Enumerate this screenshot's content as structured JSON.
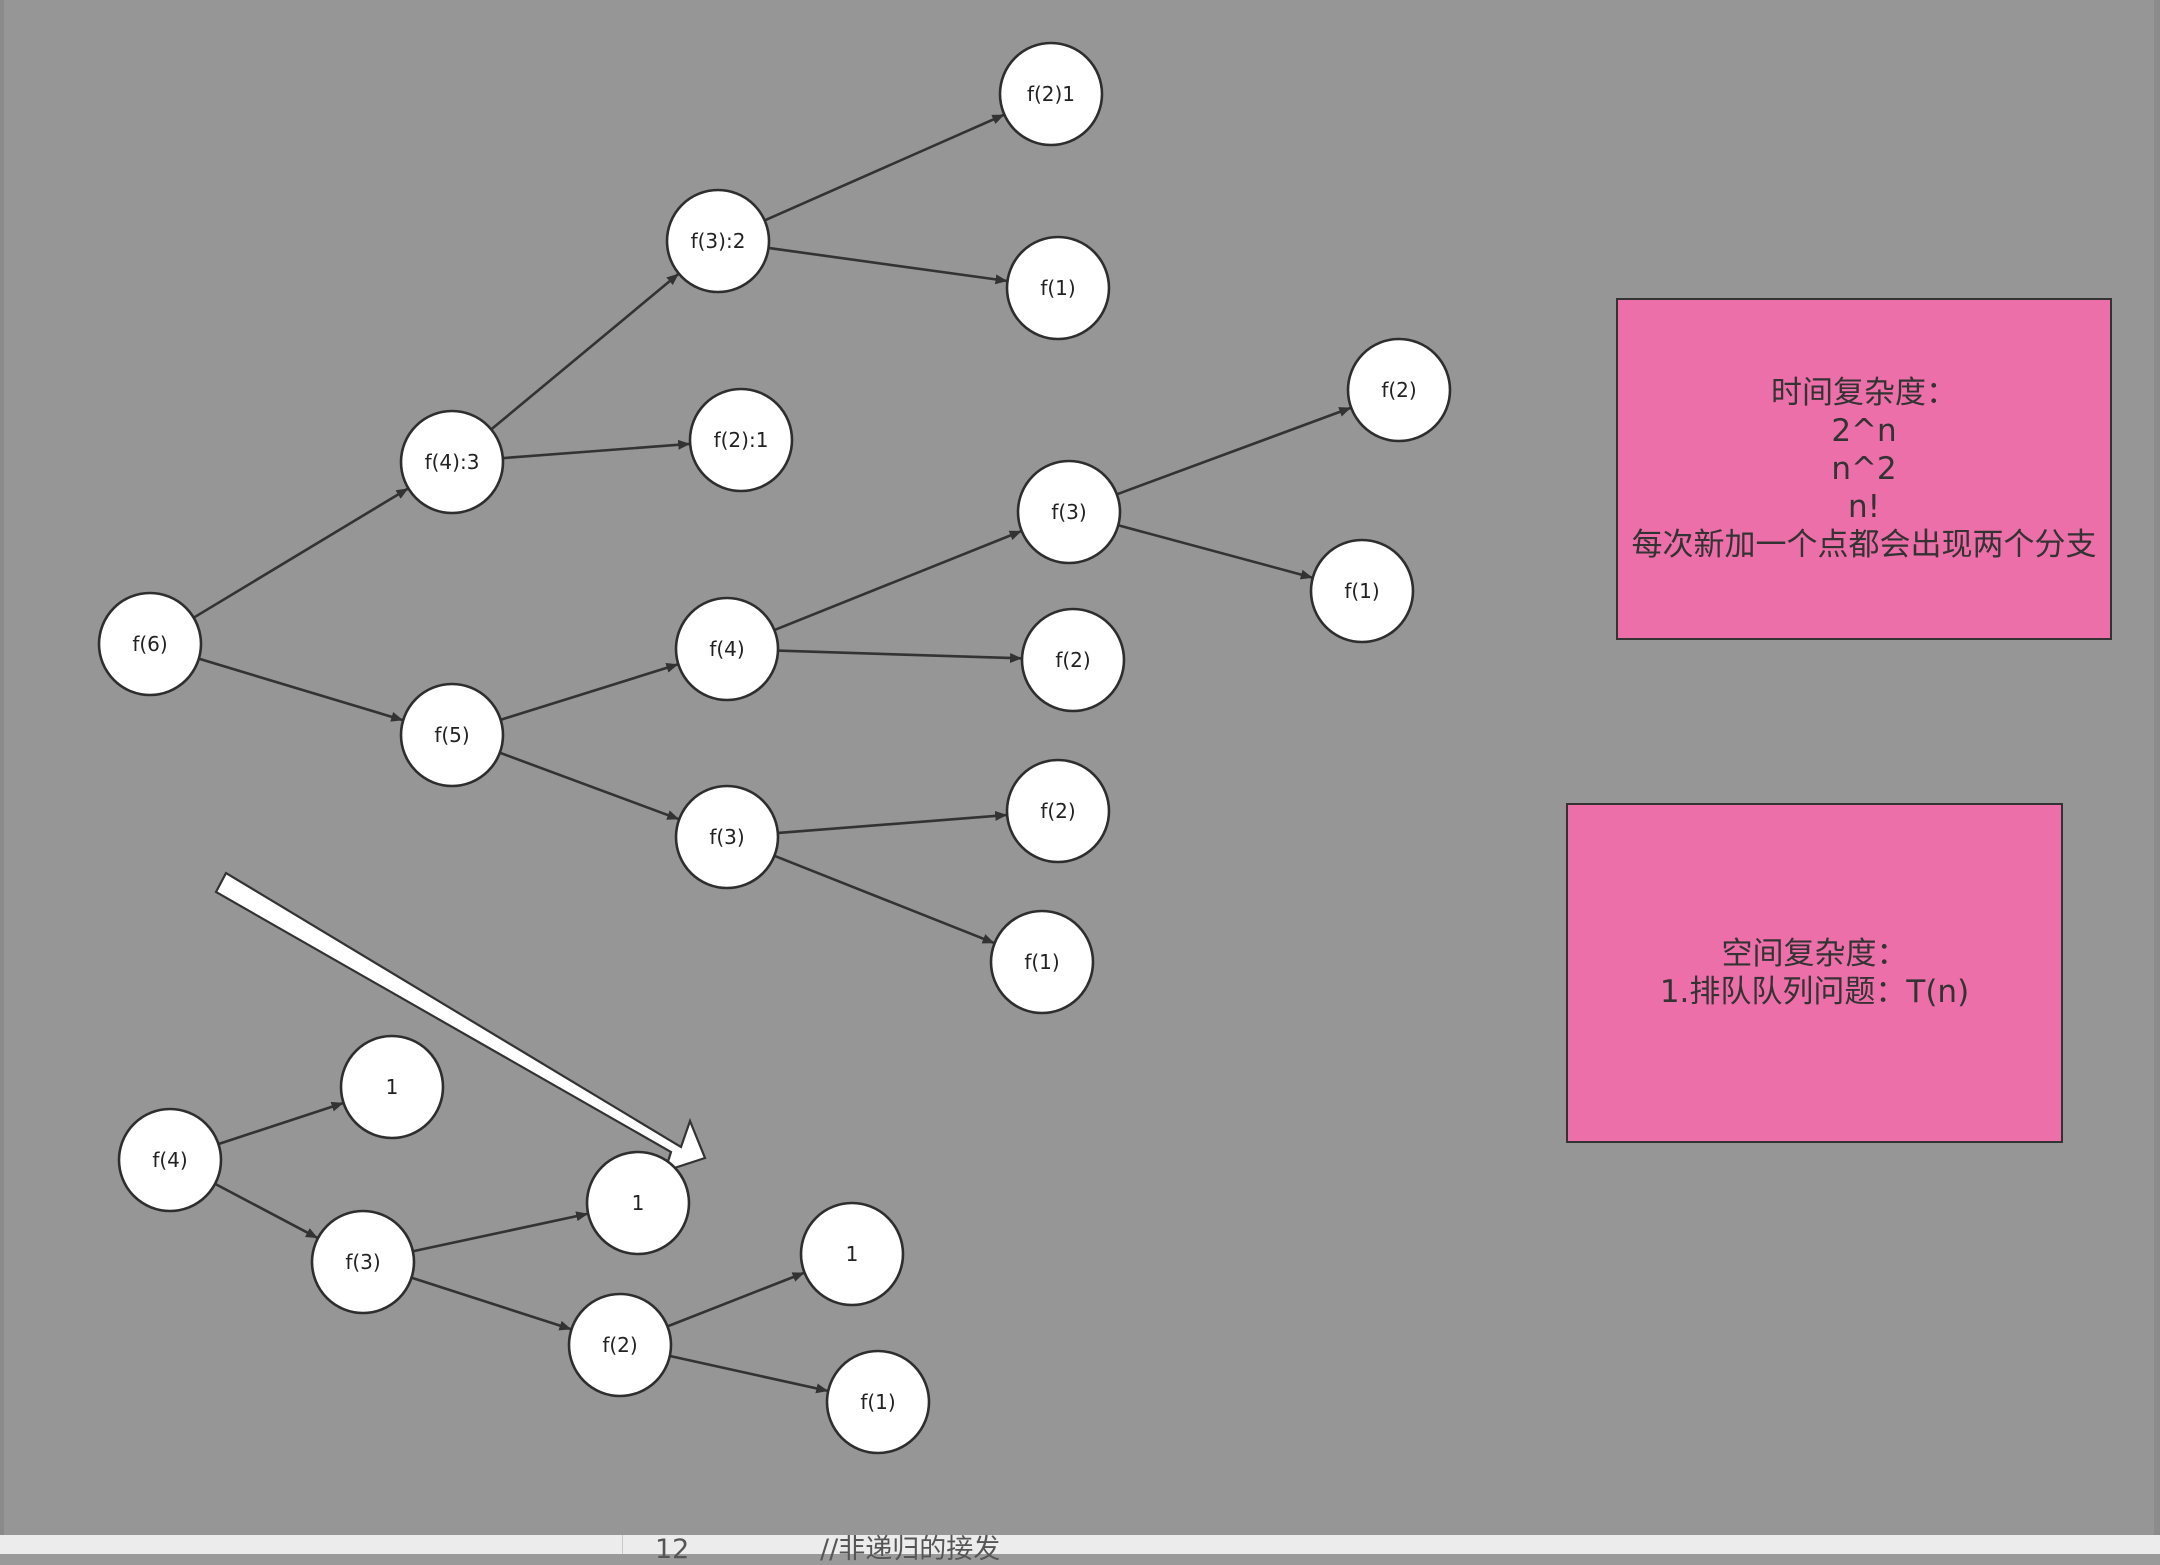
{
  "colors": {
    "background": "#969696",
    "node_fill": "#ffffff",
    "node_stroke": "#2e2e2e",
    "note_fill": "#ec6fa9",
    "edge": "#333333",
    "big_arrow_fill": "#ffffff"
  },
  "tree_nodes": [
    {
      "label": "f(6)"
    },
    {
      "label": "f(4):3"
    },
    {
      "label": "f(5)"
    },
    {
      "label": "f(3):2"
    },
    {
      "label": "f(2):1"
    },
    {
      "label": "f(2)1"
    },
    {
      "label": "f(1)"
    },
    {
      "label": "f(4)"
    },
    {
      "label": "f(3)"
    },
    {
      "label": "f(3)"
    },
    {
      "label": "f(2)"
    },
    {
      "label": "f(2)"
    },
    {
      "label": "f(1)"
    },
    {
      "label": "f(2)"
    },
    {
      "label": "f(1)"
    },
    {
      "label": "f(4)"
    },
    {
      "label": "1"
    },
    {
      "label": "f(3)"
    },
    {
      "label": "1"
    },
    {
      "label": "f(2)"
    },
    {
      "label": "1"
    },
    {
      "label": "f(1)"
    }
  ],
  "edges": [
    {
      "from": 0,
      "to": 1
    },
    {
      "from": 0,
      "to": 2
    },
    {
      "from": 1,
      "to": 3
    },
    {
      "from": 1,
      "to": 4
    },
    {
      "from": 3,
      "to": 5
    },
    {
      "from": 3,
      "to": 6
    },
    {
      "from": 2,
      "to": 7
    },
    {
      "from": 2,
      "to": 8
    },
    {
      "from": 7,
      "to": 9
    },
    {
      "from": 7,
      "to": 10
    },
    {
      "from": 9,
      "to": 13
    },
    {
      "from": 9,
      "to": 14
    },
    {
      "from": 8,
      "to": 11
    },
    {
      "from": 8,
      "to": 12
    },
    {
      "from": 15,
      "to": 16
    },
    {
      "from": 15,
      "to": 17
    },
    {
      "from": 17,
      "to": 18
    },
    {
      "from": 17,
      "to": 19
    },
    {
      "from": 19,
      "to": 20
    },
    {
      "from": 19,
      "to": 21
    }
  ],
  "notes": {
    "time_complexity": {
      "lines": [
        "时间复杂度：",
        "2^n",
        "n^2",
        "n!",
        "每次新加一个点都会出现两个分支"
      ]
    },
    "space_complexity": {
      "lines": [
        "空间复杂度：",
        "1.排队队列问题：T(n)"
      ]
    }
  },
  "bottom_strip": {
    "line_number": "12",
    "code_comment": "//非递归的接发"
  }
}
